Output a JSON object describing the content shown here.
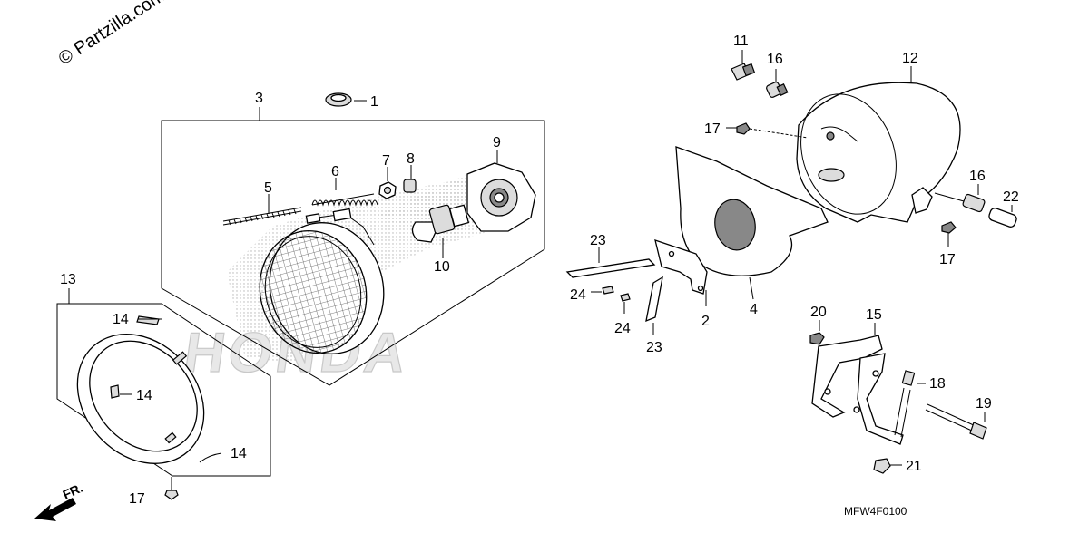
{
  "watermark": "© Partzilla.com",
  "diagram_code": "MFW4F0100",
  "front_indicator": "FR.",
  "brand_logo": "HONDA",
  "callouts": [
    {
      "id": "1",
      "text": "1"
    },
    {
      "id": "3",
      "text": "3"
    },
    {
      "id": "5",
      "text": "5"
    },
    {
      "id": "6",
      "text": "6"
    },
    {
      "id": "7",
      "text": "7"
    },
    {
      "id": "8",
      "text": "8"
    },
    {
      "id": "9",
      "text": "9"
    },
    {
      "id": "10",
      "text": "10"
    },
    {
      "id": "13",
      "text": "13"
    },
    {
      "id": "14a",
      "text": "14"
    },
    {
      "id": "14b",
      "text": "14"
    },
    {
      "id": "14c",
      "text": "14"
    },
    {
      "id": "17a",
      "text": "17"
    },
    {
      "id": "11",
      "text": "11"
    },
    {
      "id": "16a",
      "text": "16"
    },
    {
      "id": "12",
      "text": "12"
    },
    {
      "id": "17b",
      "text": "17"
    },
    {
      "id": "16b",
      "text": "16"
    },
    {
      "id": "22",
      "text": "22"
    },
    {
      "id": "17c",
      "text": "17"
    },
    {
      "id": "23a",
      "text": "23"
    },
    {
      "id": "24a",
      "text": "24"
    },
    {
      "id": "24b",
      "text": "24"
    },
    {
      "id": "23b",
      "text": "23"
    },
    {
      "id": "2",
      "text": "2"
    },
    {
      "id": "4",
      "text": "4"
    },
    {
      "id": "20",
      "text": "20"
    },
    {
      "id": "15",
      "text": "15"
    },
    {
      "id": "18",
      "text": "18"
    },
    {
      "id": "19",
      "text": "19"
    },
    {
      "id": "21",
      "text": "21"
    }
  ]
}
